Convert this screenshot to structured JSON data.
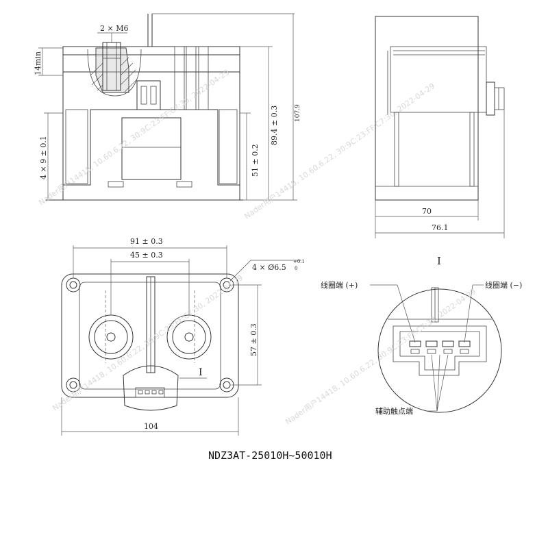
{
  "side_view": {
    "bolt_label": "2 × M6",
    "min_depth": "14min",
    "height_total": "107.9",
    "height_a": "89.4 ± 0.3",
    "height_b": "51 ± 0.2",
    "pitch": "4 × 9 ± 0.1"
  },
  "end_view": {
    "inner_width": "70",
    "outer_width": "76.1"
  },
  "top_view": {
    "length_a": "91 ± 0.3",
    "length_b": "45 ± 0.3",
    "holes": "4 × Ø6.5",
    "hole_tol_plus": "+0.1",
    "hole_tol_zero": "0",
    "depth": "57 ± 0.3",
    "overall": "104",
    "detail_ref": "I"
  },
  "detail_view": {
    "title": "I",
    "coil_plus": "线圈端 (+)",
    "coil_minus": "线圈端 (−)",
    "aux_contacts": "辅助触点端"
  },
  "caption": "NDZ3AT-25010H~50010H",
  "watermark": "Nader用户14418, 10.60.6.22, 30:9C:23:FF:C7:30, 2022-04-29"
}
